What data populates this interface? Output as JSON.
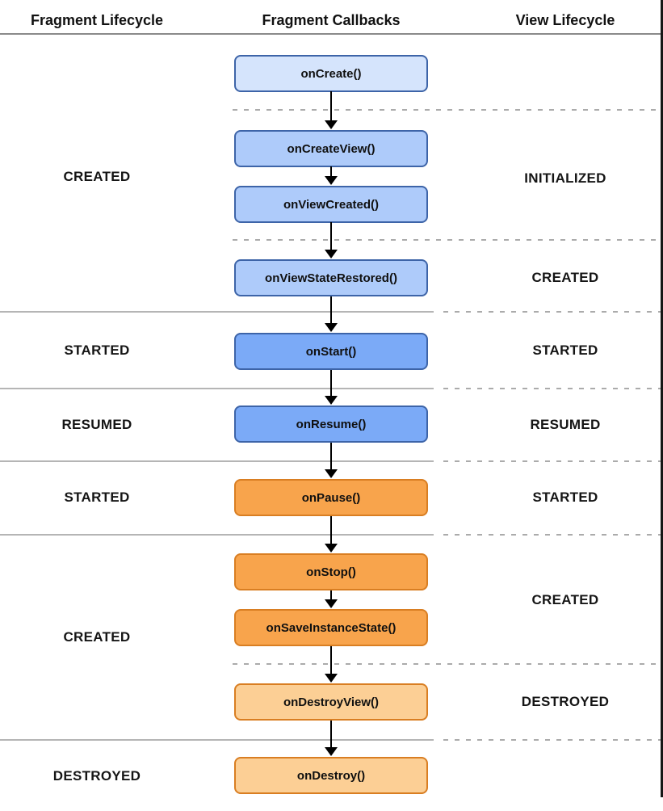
{
  "header": {
    "columns": [
      {
        "label": "Fragment Lifecycle"
      },
      {
        "label": "Fragment Callbacks"
      },
      {
        "label": "View Lifecycle"
      }
    ]
  },
  "fragment_states": [
    {
      "label": "CREATED"
    },
    {
      "label": "STARTED"
    },
    {
      "label": "RESUMED"
    },
    {
      "label": "STARTED"
    },
    {
      "label": "CREATED"
    },
    {
      "label": "DESTROYED"
    }
  ],
  "view_states": [
    {
      "label": "INITIALIZED"
    },
    {
      "label": "CREATED"
    },
    {
      "label": "STARTED"
    },
    {
      "label": "RESUMED"
    },
    {
      "label": "STARTED"
    },
    {
      "label": "CREATED"
    },
    {
      "label": "DESTROYED"
    }
  ],
  "callbacks": [
    {
      "label": "onCreate()",
      "variant": "blue-100"
    },
    {
      "label": "onCreateView()",
      "variant": "blue-200"
    },
    {
      "label": "onViewCreated()",
      "variant": "blue-200"
    },
    {
      "label": "onViewStateRestored()",
      "variant": "blue-200"
    },
    {
      "label": "onStart()",
      "variant": "blue-400"
    },
    {
      "label": "onResume()",
      "variant": "blue-400"
    },
    {
      "label": "onPause()",
      "variant": "orange-400"
    },
    {
      "label": "onStop()",
      "variant": "orange-400"
    },
    {
      "label": "onSaveInstanceState()",
      "variant": "orange-400"
    },
    {
      "label": "onDestroyView()",
      "variant": "orange-200"
    },
    {
      "label": "onDestroy()",
      "variant": "orange-200"
    }
  ],
  "colors": {
    "blue_lightest_fill": "#D5E4FC",
    "blue_light_fill": "#AECBFA",
    "blue_medium_fill": "#7BAAF7",
    "blue_border": "#3D64A8",
    "orange_fill": "#F8A44C",
    "orange_light_fill": "#FCCF95",
    "orange_border": "#D97E22",
    "separator_solid": "#B5B5B5",
    "separator_dashed": "#ABABAB",
    "header_rule": "#8A8A8A",
    "arrow": "#000000",
    "background": "#FFFFFF"
  }
}
